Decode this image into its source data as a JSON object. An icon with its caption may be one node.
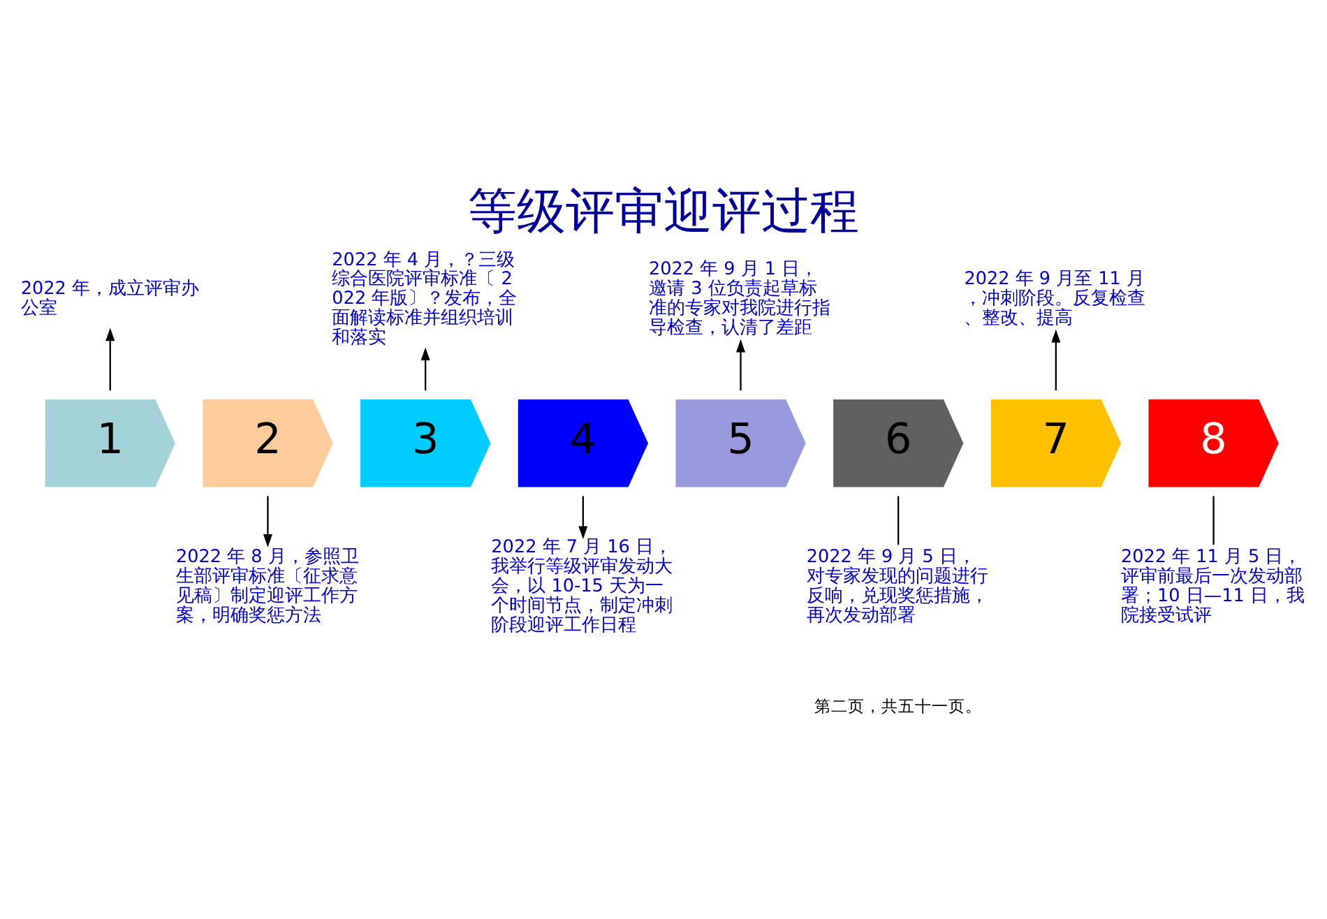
{
  "diagram": {
    "title": "等级评审迎评过程",
    "nodes": [
      {
        "text": [
          "1"
        ]
      },
      {
        "text": [
          "2"
        ]
      },
      {
        "text": [
          "3"
        ]
      },
      {
        "text": [
          "4"
        ]
      },
      {
        "text": [
          "5"
        ]
      },
      {
        "text": [
          "6"
        ]
      },
      {
        "text": [
          "7"
        ]
      },
      {
        "text": [
          "8"
        ]
      },
      {
        "text": [
          "2022 年，成立评审办公室"
        ]
      },
      {
        "text": [
          "2022 年 8 月，参照卫生部评审标准〔征求意见稿〕制定迎评工作方案，明确奖惩方法"
        ]
      },
      {
        "text": [
          "2022 年 4 月，？三级综合医院评审标准〔 2022 年版〕？发布，全面解读标准并组织培训和落实"
        ]
      },
      {
        "text": [
          "2022 年 7 月 16 日，我举行等级评审发动大会，以 10-15 天为一个时间节点，制定冲刺阶段迎评工作日程"
        ]
      },
      {
        "text": [
          "2022 年 9 月 1 日，邀请 3 位负责起草标准的专家对我院进行指导检查，认清了差距"
        ]
      },
      {
        "text": [
          "2022 年 9 月 5 日，对专家发现的问题进行反响，兑现奖惩措施，再次发动部署"
        ]
      },
      {
        "text": [
          "2022 年 9 月至 11 月，冲刺阶段。反复检查、整改、提高"
        ]
      },
      {
        "text": [
          "2022 年 11 月 5 日，评审前最后一次发动部署；10 日—11 日，我院接受试评"
        ]
      }
    ],
    "edges": [
      {
        "from": 0,
        "to": 8,
        "arrow": "to"
      },
      {
        "from": 1,
        "to": 9,
        "arrow": "to"
      },
      {
        "from": 2,
        "to": 10,
        "arrow": "to"
      },
      {
        "from": 3,
        "to": 11,
        "arrow": "to"
      },
      {
        "from": 4,
        "to": 12,
        "arrow": "to"
      },
      {
        "from": 5,
        "to": 13,
        "arrow": "none"
      },
      {
        "from": 6,
        "to": 14,
        "arrow": "to"
      },
      {
        "from": 7,
        "to": 15,
        "arrow": "none"
      }
    ],
    "labels": [
      "第二页，共五十一页。"
    ]
  }
}
